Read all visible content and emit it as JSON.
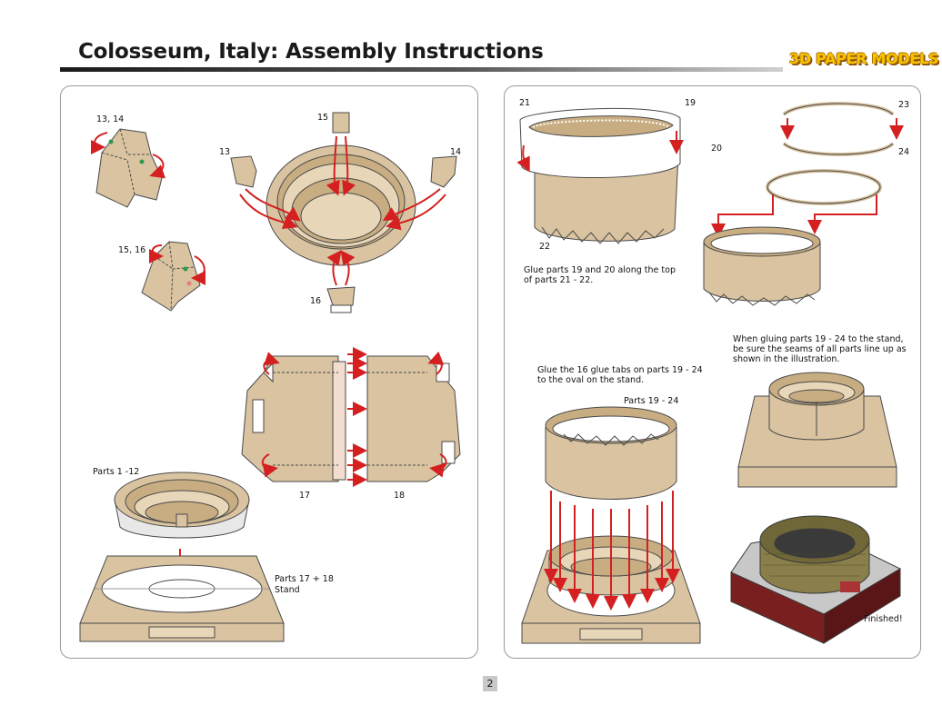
{
  "header": {
    "title": "Colosseum, Italy: Assembly Instructions",
    "brand": "3D PAPER MODELS"
  },
  "colors": {
    "paper": "#d9c3a0",
    "paper_dark": "#b59a73",
    "inner": "#ffffff",
    "arrow": "#d42020",
    "outline": "#4a4a4a",
    "dot_green": "#2e9a4c"
  },
  "left_panel": {
    "labels": {
      "p13_14": "13, 14",
      "p15_16": "15, 16",
      "p15": "15",
      "p13": "13",
      "p14": "14",
      "p16": "16",
      "p17": "17",
      "p18": "18",
      "parts_1_12": "Parts 1 -12",
      "parts_17_18": "Parts 17 + 18",
      "stand": "Stand"
    }
  },
  "right_panel": {
    "labels": {
      "p21": "21",
      "p19": "19",
      "p20": "20",
      "p22": "22",
      "p23": "23",
      "p24": "24",
      "glue_19_20": "Glue parts 19 and 20 along the top\nof parts 21 - 22.",
      "seams_note": "When gluing parts 19 - 24 to the stand,\nbe sure the seams of all parts line up as\nshown in the illustration.",
      "glue_tabs": "Glue the 16 glue tabs on parts 19 - 24\nto the oval on the stand.",
      "parts_19_24": "Parts 19 - 24",
      "finished": "Finished!"
    }
  },
  "footer": {
    "page_number": "2"
  }
}
